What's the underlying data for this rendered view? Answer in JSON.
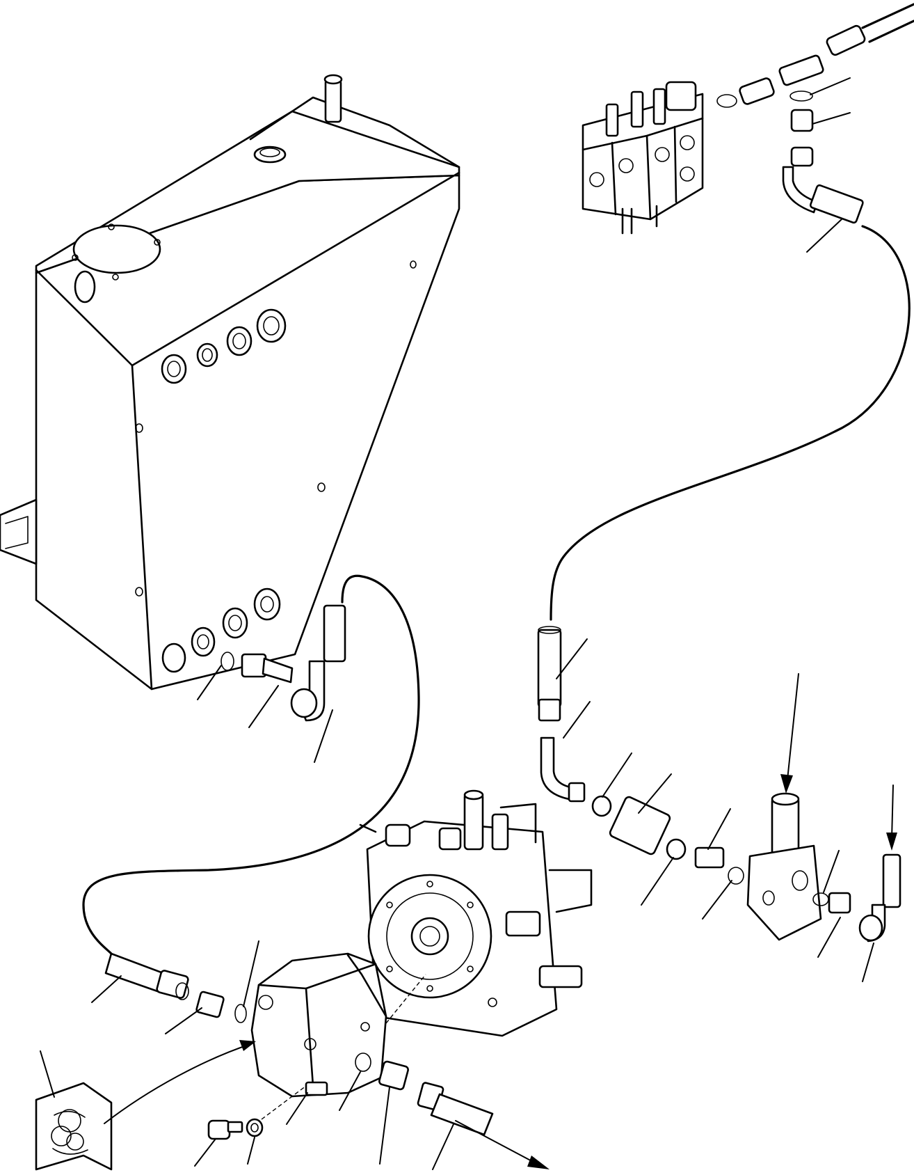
{
  "figure": {
    "components": {
      "tank": "hydraulic-tank",
      "control_valve": "control-valve",
      "pump": "hydraulic-pump",
      "transmission": "transmission-housing",
      "tee_block": "tee-block",
      "oil_symbol": "hydraulic-oil-symbol"
    },
    "line_color": "#000000",
    "background": "#ffffff"
  }
}
